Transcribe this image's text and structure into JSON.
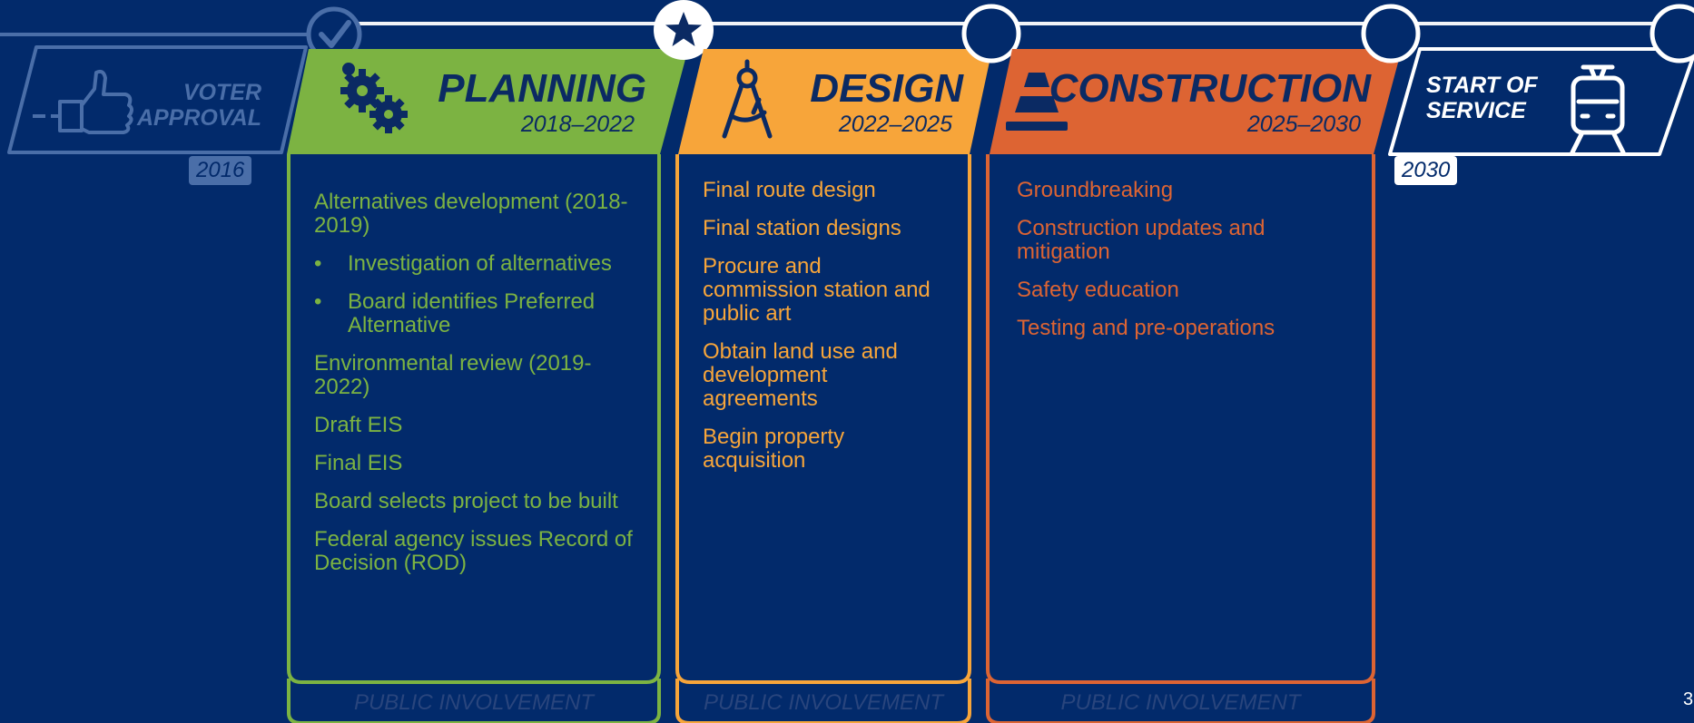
{
  "colors": {
    "background": "#022a6b",
    "voter": "#4a6ea8",
    "planning": "#7cb342",
    "design": "#f7a53a",
    "construction": "#dd6433",
    "service": "#ffffff",
    "dark_text": "#0b2a63"
  },
  "voter_approval": {
    "label": "VOTER APPROVAL",
    "year": "2016",
    "icon": "thumbs-up-icon",
    "milestone_icon": "checkmark-icon"
  },
  "planning": {
    "title": "PLANNING",
    "years": "2018–2022",
    "icon": "gears-icon",
    "items": [
      {
        "text": "Alternatives development (2018-2019)",
        "bullet": false
      },
      {
        "text": "Investigation of alternatives",
        "bullet": true
      },
      {
        "text": "Board identifies Preferred Alternative",
        "bullet": true
      },
      {
        "text": "Environmental review (2019-2022)",
        "bullet": false
      },
      {
        "text": "Draft EIS",
        "bullet": false
      },
      {
        "text": "Final EIS",
        "bullet": false
      },
      {
        "text": "Board selects project to be built",
        "bullet": false
      },
      {
        "text": "Federal agency issues Record of Decision (ROD)",
        "bullet": false
      }
    ],
    "footer": "PUBLIC INVOLVEMENT"
  },
  "current_milestone_icon": "star-icon",
  "design": {
    "title": "DESIGN",
    "years": "2022–2025",
    "icon": "compass-icon",
    "items": [
      {
        "text": "Final route design",
        "bullet": false
      },
      {
        "text": "Final station designs",
        "bullet": false
      },
      {
        "text": "Procure and commission station and public art",
        "bullet": false
      },
      {
        "text": "Obtain land use and development agreements",
        "bullet": false
      },
      {
        "text": "Begin property acquisition",
        "bullet": false
      }
    ],
    "footer": "PUBLIC INVOLVEMENT"
  },
  "construction": {
    "title": "CONSTRUCTION",
    "years": "2025–2030",
    "icon": "traffic-cone-icon",
    "items": [
      {
        "text": "Groundbreaking",
        "bullet": false
      },
      {
        "text": "Construction updates and mitigation",
        "bullet": false
      },
      {
        "text": "Safety education",
        "bullet": false
      },
      {
        "text": "Testing and pre-operations",
        "bullet": false
      }
    ],
    "footer": "PUBLIC INVOLVEMENT"
  },
  "start_of_service": {
    "label": "START OF SERVICE",
    "year": "2030",
    "icon": "train-icon"
  },
  "page_number": "3"
}
